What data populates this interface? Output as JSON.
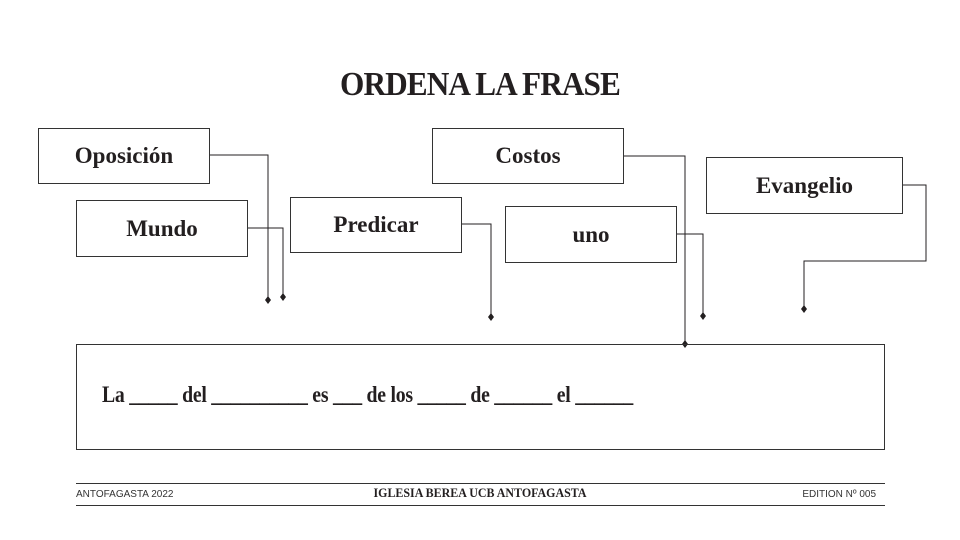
{
  "title": "ORDENA LA FRASE",
  "words": [
    "Oposición",
    "Mundo",
    "Predicar",
    "Costos",
    "uno",
    "Evangelio"
  ],
  "sentence": "La _____ del __________ es ___ de los _____ de ______ el ______",
  "footer": {
    "left": "ANTOFAGASTA 2022",
    "center": "IGLESIA BEREA UCB ANTOFAGASTA",
    "right": "EDITION Nº 005"
  }
}
